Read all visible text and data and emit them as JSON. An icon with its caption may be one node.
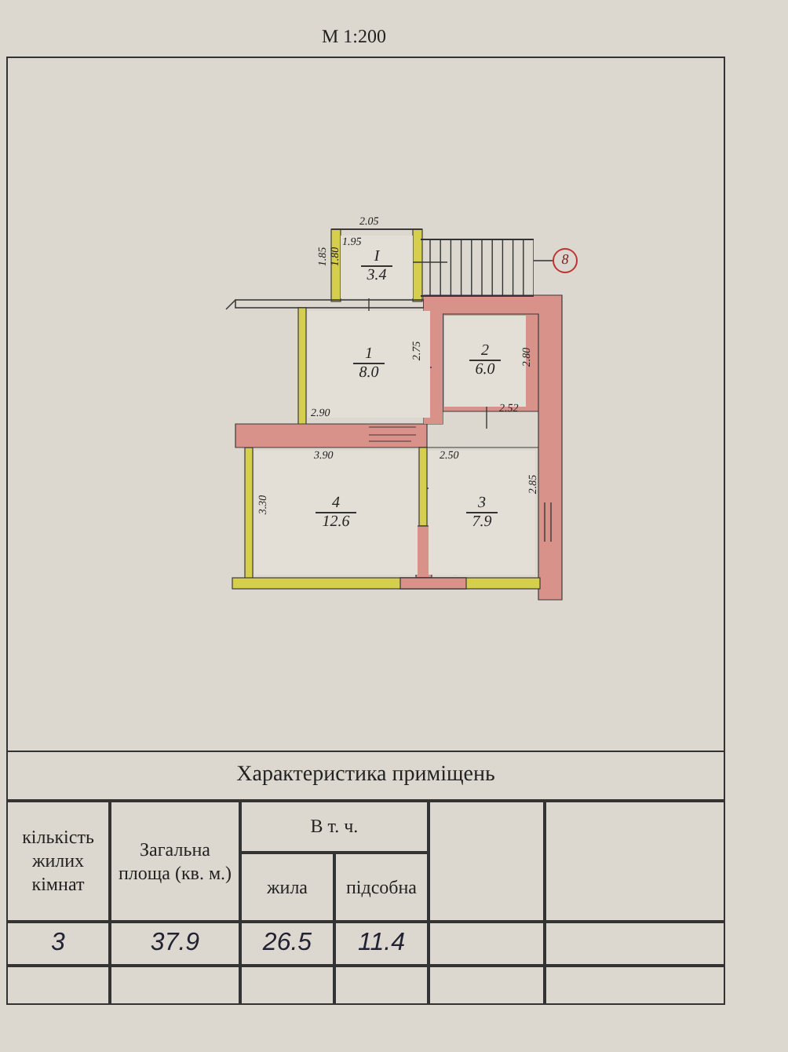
{
  "diagram": {
    "nodes": [
      {
        "text": [
          "I",
          "3.4"
        ]
      },
      {
        "text": [
          "1",
          "8.0"
        ]
      },
      {
        "text": [
          "2",
          "6.0"
        ]
      },
      {
        "text": [
          "4",
          "12.6"
        ]
      },
      {
        "text": [
          "3",
          "7.9"
        ]
      },
      {
        "text": [],
        "shape": "stairs"
      },
      {
        "text": [
          "8"
        ]
      }
    ],
    "edges": [
      {
        "from": 6,
        "to": 5,
        "arrow": "none"
      }
    ],
    "labels": [
      "М 1:200",
      "2.05",
      "1.95",
      "1.85",
      "1.80",
      "2.75",
      "2.80",
      "2.52",
      "2.90",
      "3.90",
      "2.50",
      "3.30",
      "2.85",
      "Характеристика приміщень",
      "кількість жилих кімнат",
      "Загальна площа (кв. м.)",
      "В т. ч.",
      "жила",
      "підсобна",
      "3",
      "37.9",
      "26.5",
      "11.4"
    ]
  }
}
